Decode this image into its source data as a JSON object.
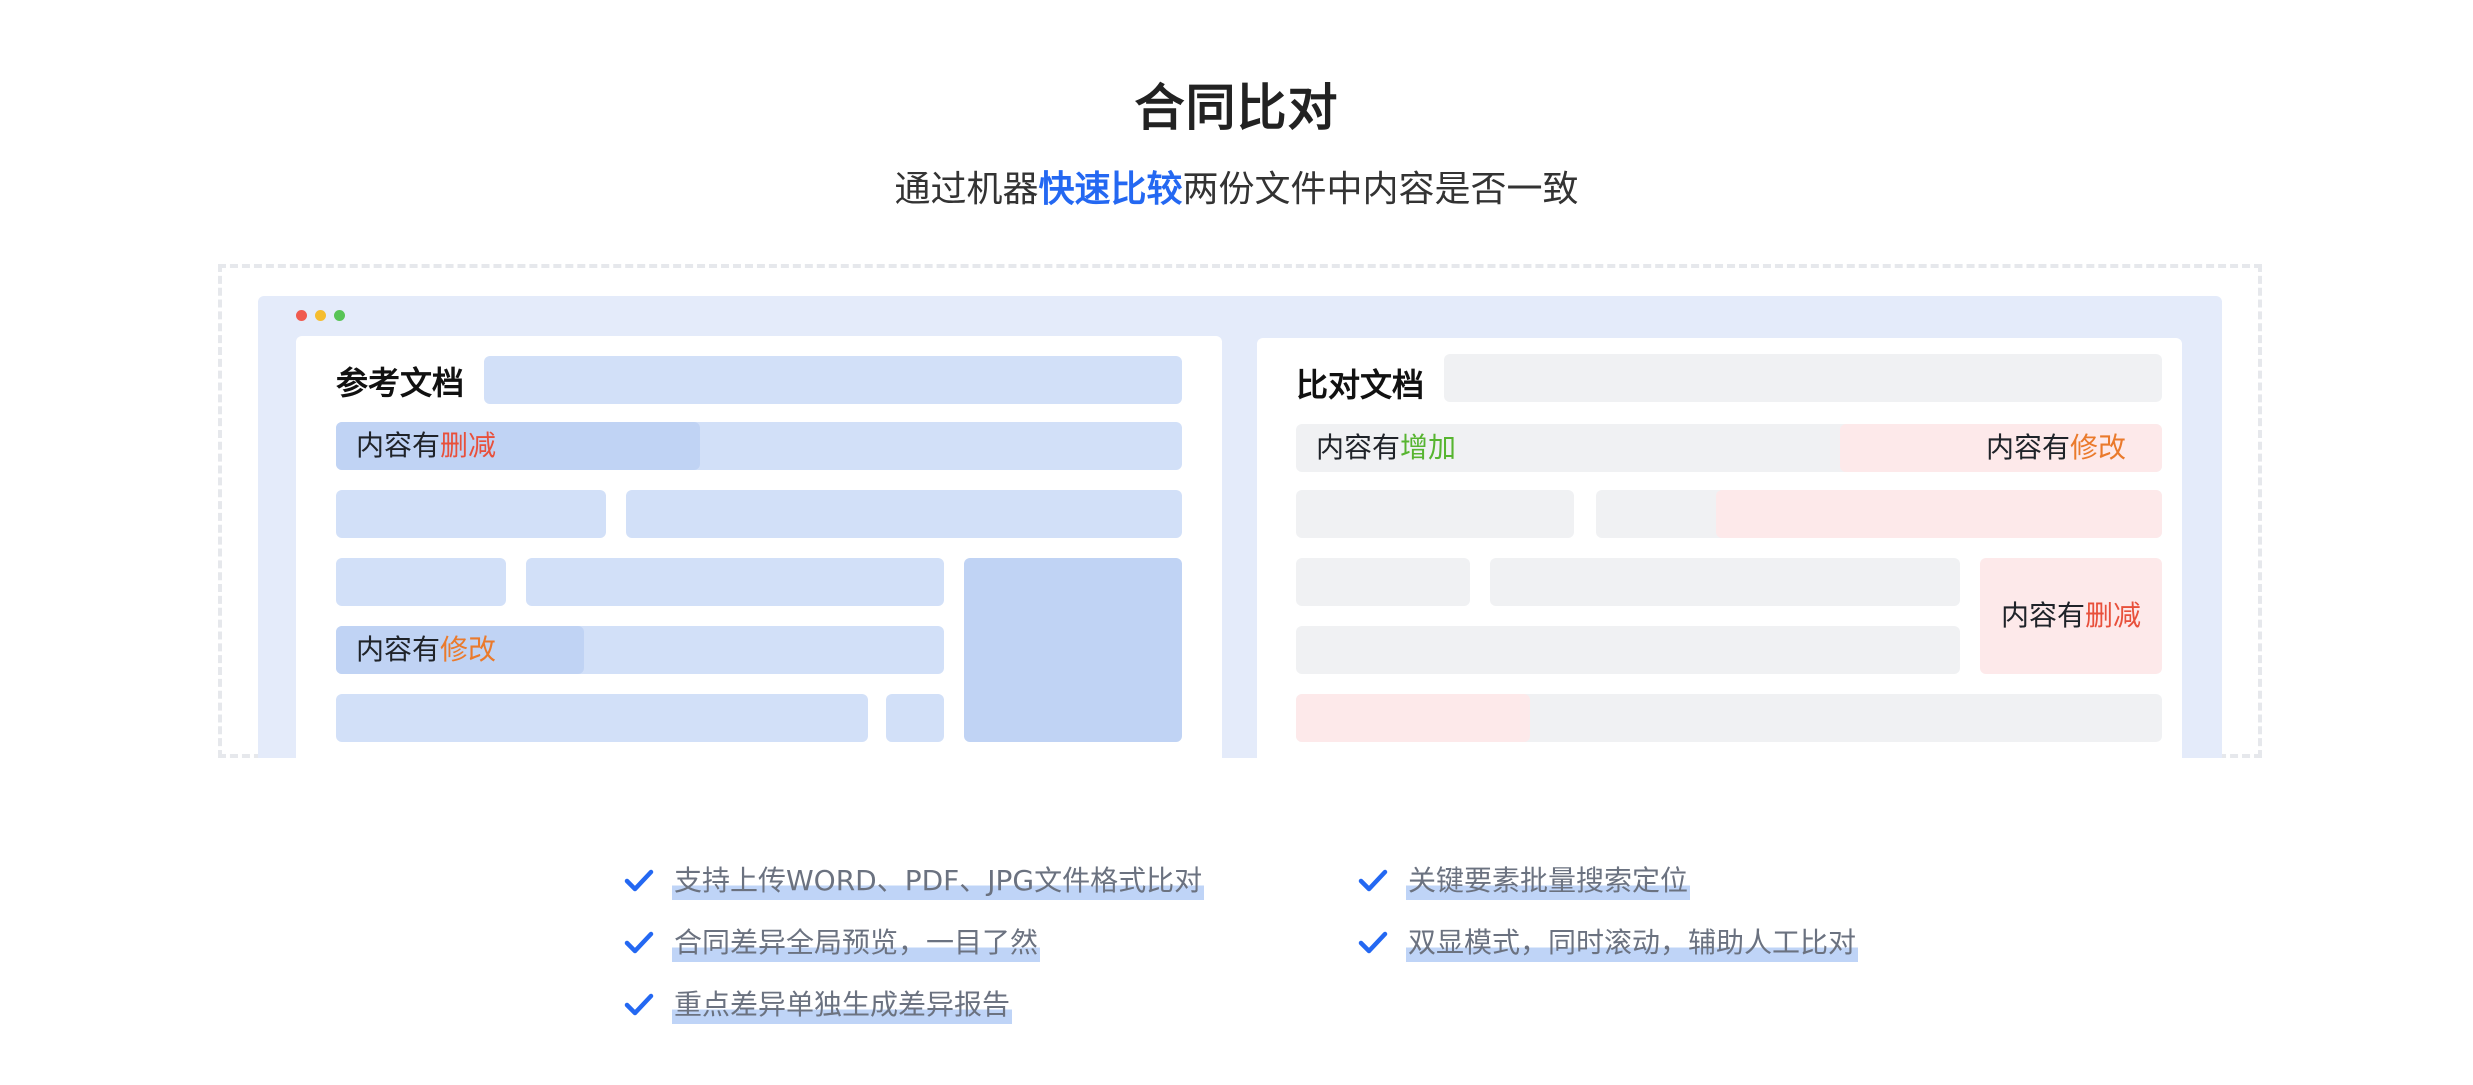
{
  "header": {
    "title": "合同比对",
    "subtitle_before": "通过机器",
    "subtitle_highlight": "快速比较",
    "subtitle_after": "两份文件中内容是否一致"
  },
  "colors": {
    "accent": "#2468f2",
    "deleted": "#e8503b",
    "modified": "#ea7a2c",
    "added": "#57b530",
    "window_dots": [
      "#f05a4f",
      "#f5bd2f",
      "#58c456"
    ]
  },
  "left_panel": {
    "heading": "参考文档",
    "deleted_prefix": "内容有",
    "deleted_word": "删减",
    "modified_prefix": "内容有",
    "modified_word": "修改"
  },
  "right_panel": {
    "heading": "比对文档",
    "added_prefix": "内容有",
    "added_word": "增加",
    "modified_prefix": "内容有",
    "modified_word": "修改",
    "deleted_prefix": "内容有",
    "deleted_word": "删减"
  },
  "features": [
    {
      "text": "支持上传WORD、PDF、JPG文件格式比对",
      "icon": "check-icon"
    },
    {
      "text": "合同差异全局预览，一目了然",
      "icon": "check-icon"
    },
    {
      "text": "重点差异单独生成差异报告",
      "icon": "check-icon"
    },
    {
      "text": "关键要素批量搜索定位",
      "icon": "check-icon"
    },
    {
      "text": "双显模式，同时滚动，辅助人工比对",
      "icon": "check-icon"
    }
  ]
}
